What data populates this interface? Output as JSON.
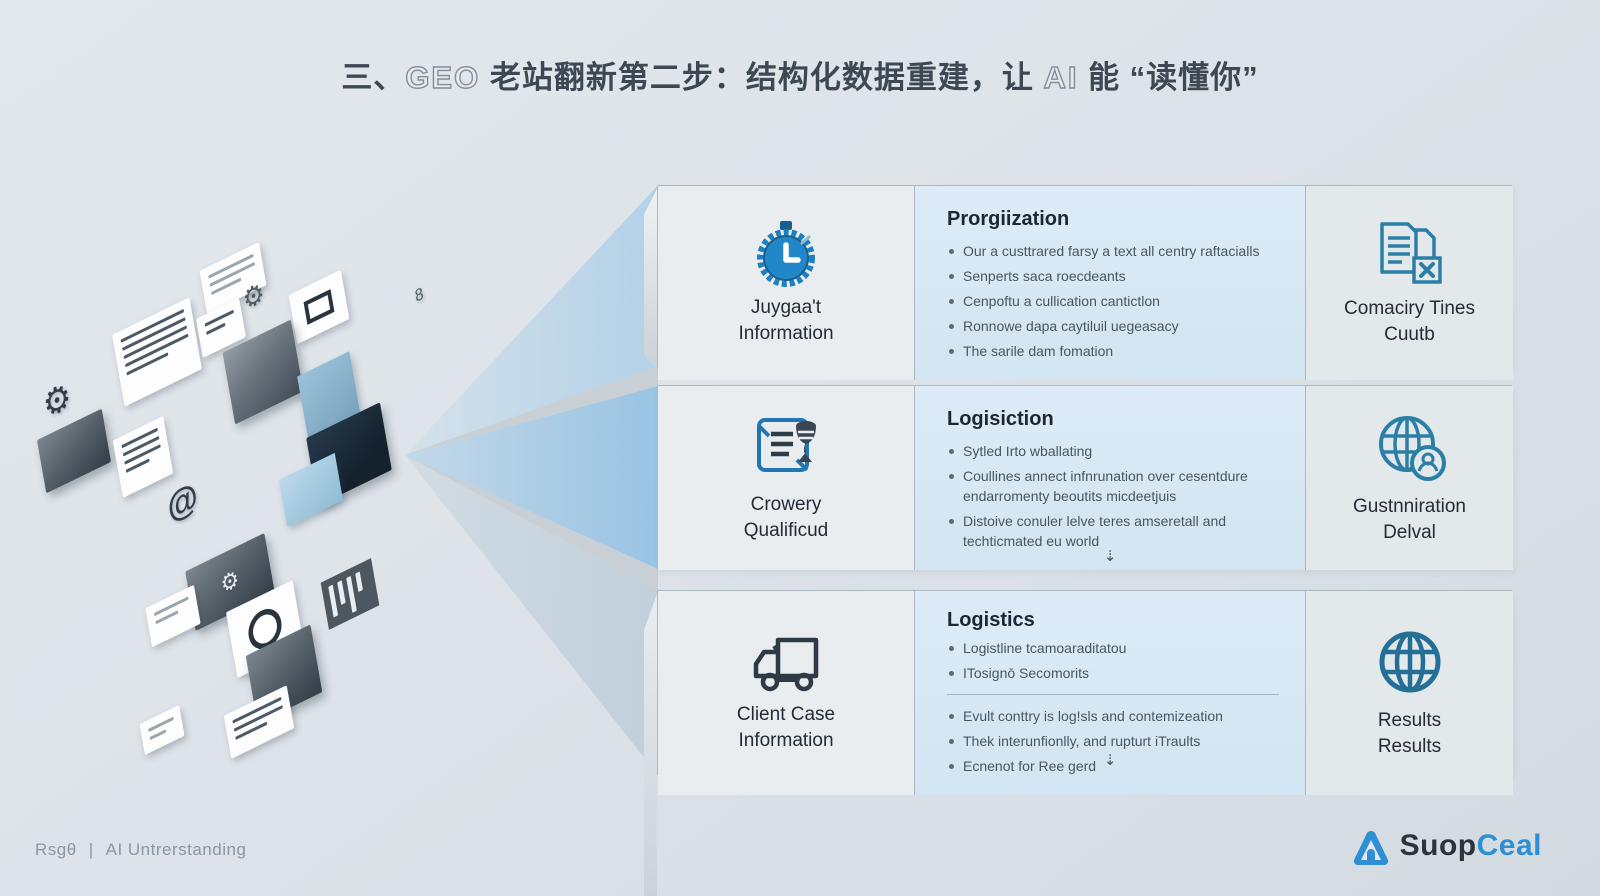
{
  "title": {
    "prefix": "三、",
    "geo": "GEO",
    "mid": " 老站翻新第二步：结构化数据重建，让 ",
    "ai": "AI",
    "suffix": " 能 “读懂你”"
  },
  "rows": [
    {
      "left": {
        "icon": "stopwatch-icon",
        "label1": "Juygaa't",
        "label2": "Information"
      },
      "middle": {
        "title": "Prorgiization",
        "bullets": [
          "Our a custtrared farsy a text all centry raftacialls",
          "Senperts saca roecdeants",
          "Cenpoftu a cullication cantictlon",
          "Ronnowe dapa caytiluil uegeasacy",
          "The sarile dam fomation"
        ]
      },
      "right": {
        "icon": "document-x-icon",
        "label1": "Comaciry Tines",
        "label2": "Cuutb"
      }
    },
    {
      "left": {
        "icon": "certificate-icon",
        "label1": "Crowery",
        "label2": "Qualificud"
      },
      "middle": {
        "title": "Logisiction",
        "bullets": [
          "Sytled Irto wballating",
          "Coullines annect infnrunation over cesentdure endarromenty beoutits micdeetjuis",
          "Distoive conuler lelve teres amseretall and techticmated eu world"
        ]
      },
      "right": {
        "icon": "globe-badge-icon",
        "label1": "Gustnniration",
        "label2": "Delval"
      }
    },
    {
      "left": {
        "icon": "truck-icon",
        "label1": "Client Case",
        "label2": "Information"
      },
      "middle": {
        "title": "Logistics",
        "bullets_top": [
          "Logistline tcamoaraditatou",
          "ITosignō Secomorits"
        ],
        "bullets_bottom": [
          "Evult conttry is log!sls and contemizeation",
          "Thek interunfionlly, and rupturt iTraults",
          "Ecnenot for Ree gerd"
        ]
      },
      "right": {
        "icon": "globe-icon",
        "label1": "Results",
        "label2": "Results"
      }
    }
  ],
  "connector_glyph": "⇣",
  "footer": {
    "left": "Rsgθ",
    "divider": "|",
    "right": "AI Untrerstanding"
  },
  "logo": {
    "part1": "Suop",
    "part2": "Ceal"
  },
  "illustration": {
    "gear_glyph": "⚙",
    "at_glyph": "@",
    "eight_glyph": "8"
  },
  "colors": {
    "accent_blue": "#1d7fc0",
    "teal": "#2b7fa6",
    "dark_navy": "#2e3a46",
    "card_blue_bg": "#d9e9f5",
    "card_gray_bg": "#e9edf0",
    "logo_blue": "#2e8fd4"
  }
}
